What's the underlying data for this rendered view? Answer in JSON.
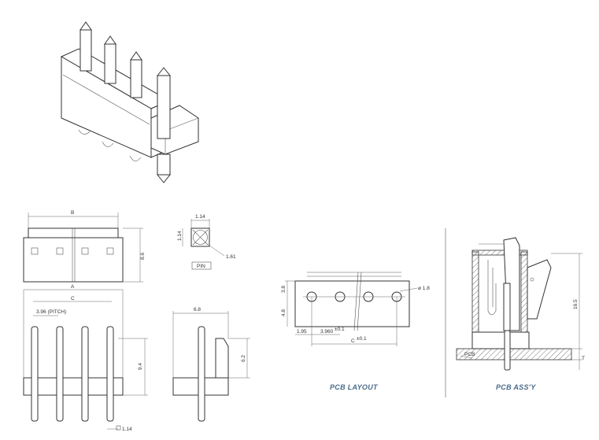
{
  "views": {
    "front": {
      "dims": {
        "b": "B",
        "a": "A",
        "c": "C",
        "height": "8.6",
        "pitch": "3.96 (PITCH)",
        "pin_len": "9.4",
        "pin_sq": "1.14"
      }
    },
    "pin_section": {
      "dims": {
        "w": "1.14",
        "h": "1.14",
        "chamfer": "1.61"
      },
      "label": "PIN"
    },
    "side": {
      "dims": {
        "depth": "6.8",
        "h": "6.2"
      }
    },
    "pcb_layout": {
      "caption": "PCB LAYOUT",
      "dims": {
        "row1": "3.8",
        "row2": "4.8",
        "edge": "1.95",
        "pitch": "3.960",
        "pitch_tol": "±0.1",
        "c": "C",
        "c_tol": "±0.1",
        "hole": "ø 1.8"
      }
    },
    "pcb_assy": {
      "caption": "PCB ASS'Y",
      "dims": {
        "height": "16.5",
        "t": "T"
      },
      "board_label": "PCB"
    }
  }
}
